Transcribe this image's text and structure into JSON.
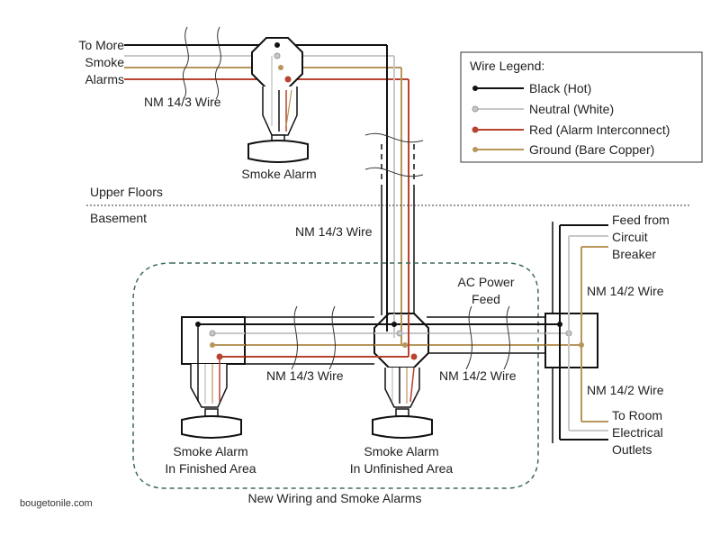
{
  "top_feed": {
    "line1": "To More",
    "line2": "Smoke",
    "line3": "Alarms"
  },
  "labels": {
    "nm143_top": "NM 14/3 Wire",
    "smoke_alarm_top": "Smoke Alarm",
    "upper_floors": "Upper Floors",
    "basement": "Basement",
    "nm143_riser": "NM 14/3 Wire",
    "ac_power_1": "AC Power",
    "ac_power_2": "Feed",
    "nm143_bottom": "NM 14/3 Wire",
    "nm142_bottom": "NM 14/2 Wire",
    "nm142_right_top": "NM 14/2 Wire",
    "nm142_right_bottom": "NM 14/2 Wire",
    "feed_1": "Feed from",
    "feed_2": "Circuit",
    "feed_3": "Breaker",
    "outlets_1": "To Room",
    "outlets_2": "Electrical",
    "outlets_3": "Outlets",
    "alarm_finished_1": "Smoke Alarm",
    "alarm_finished_2": "In Finished Area",
    "alarm_unfinished_1": "Smoke Alarm",
    "alarm_unfinished_2": "In Unfinished Area",
    "new_wiring": "New Wiring and Smoke Alarms",
    "credit": "bougetonile.com"
  },
  "legend": {
    "title": "Wire Legend:",
    "items": [
      {
        "label": "Black (Hot)",
        "color": "#111111"
      },
      {
        "label": "Neutral (White)",
        "color": "#c8c8c8"
      },
      {
        "label": "Red (Alarm Interconnect)",
        "color": "#b8432e"
      },
      {
        "label": "Ground (Bare Copper)",
        "color": "#b8955a"
      }
    ]
  },
  "colors": {
    "black": "#111111",
    "neutral": "#c8c8c8",
    "red": "#b8432e",
    "ground": "#b8955a",
    "dashed_region": "#3f6b5a"
  }
}
